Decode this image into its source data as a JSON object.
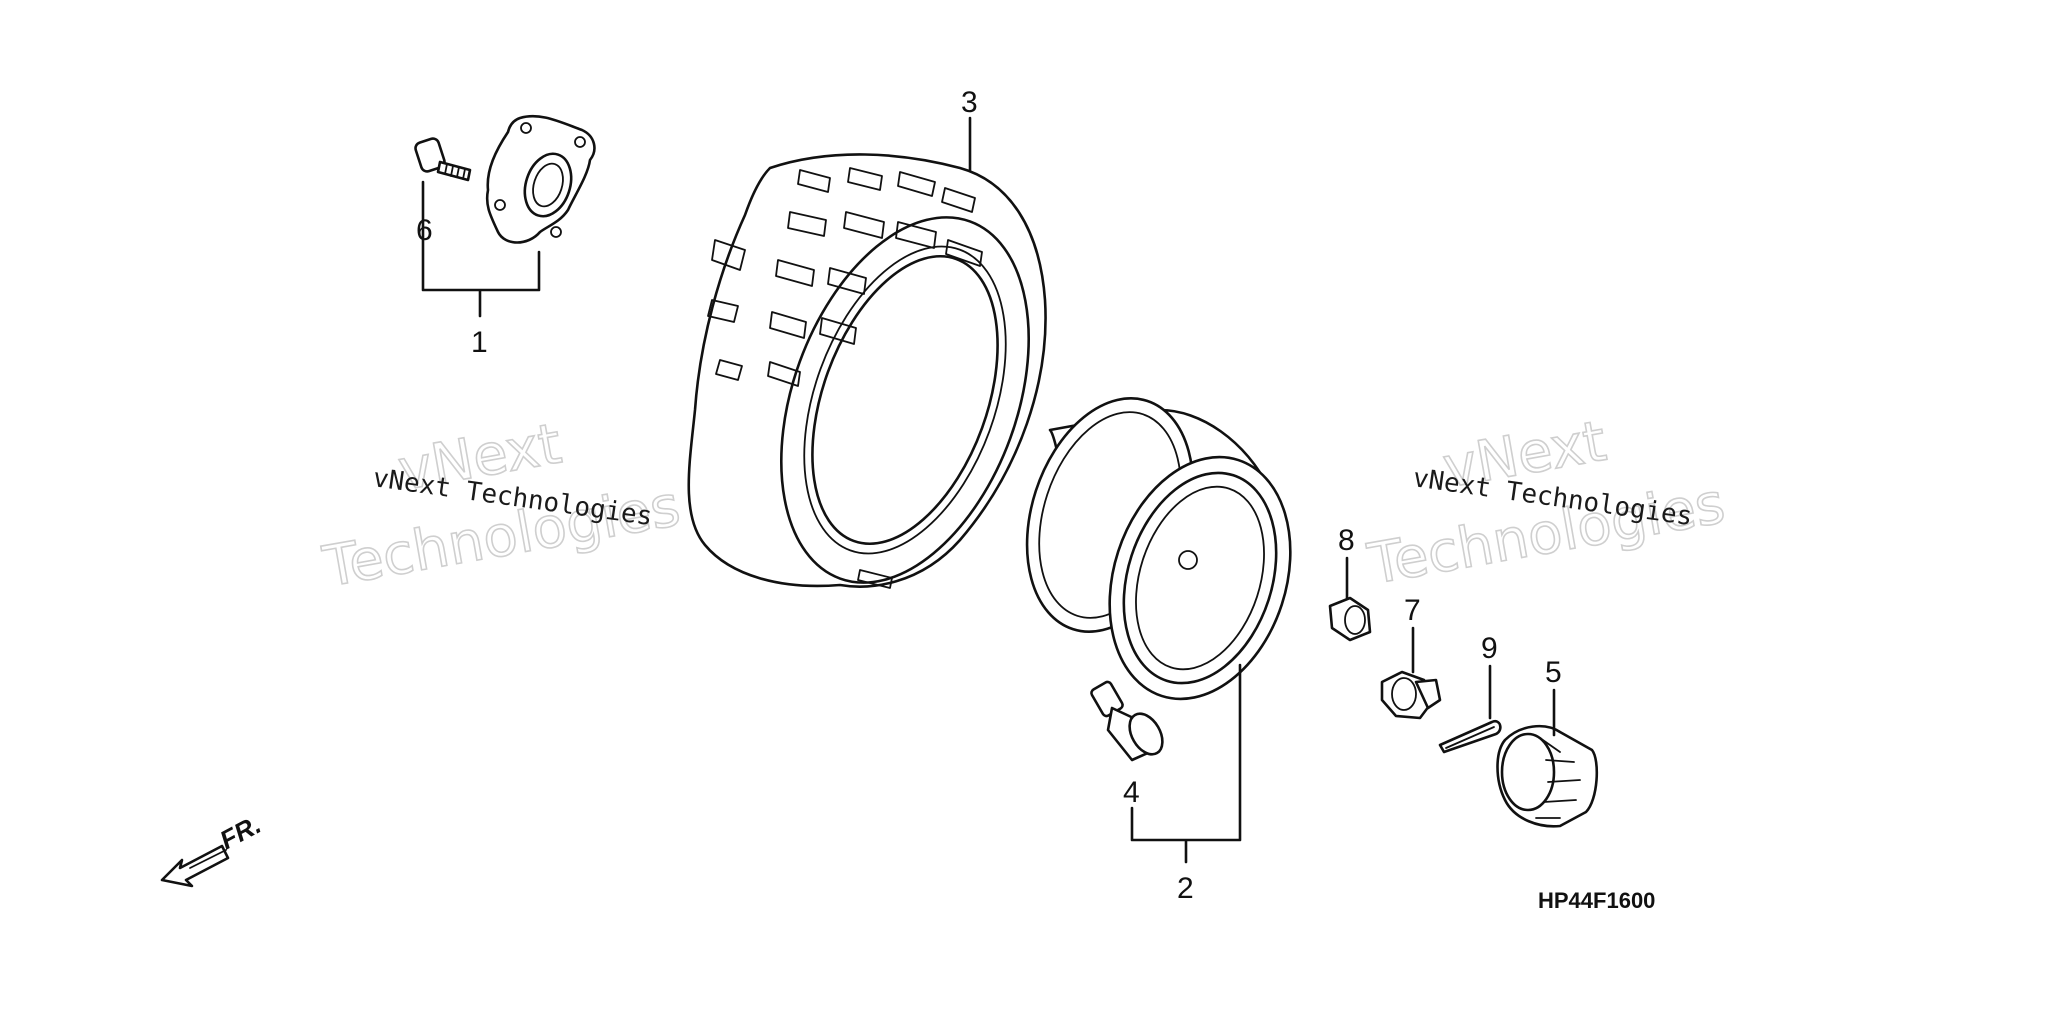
{
  "callouts": {
    "c1": "1",
    "c2": "2",
    "c3": "3",
    "c4": "4",
    "c5": "5",
    "c6": "6",
    "c7": "7",
    "c8": "8",
    "c9": "9"
  },
  "diagram_code": "HP44F1600",
  "front_indicator": "FR.",
  "watermarks": {
    "left_big_line1": "vNext",
    "left_big_line2": "Technologies",
    "left_small": "vNext Technologies",
    "right_big_line1": "vNext",
    "right_big_line2": "Technologies",
    "right_small": "vNext Technologies"
  },
  "parts": {
    "hub": "hub-icon",
    "stud_bolt": "stud-bolt-icon",
    "tire": "tire-icon",
    "rim": "rim-icon",
    "valve": "valve-stem-icon",
    "nut8": "nut-icon",
    "nut7": "castle-nut-icon",
    "pin9": "cotter-pin-icon",
    "cap5": "cap-icon",
    "arrow": "front-arrow-icon"
  }
}
